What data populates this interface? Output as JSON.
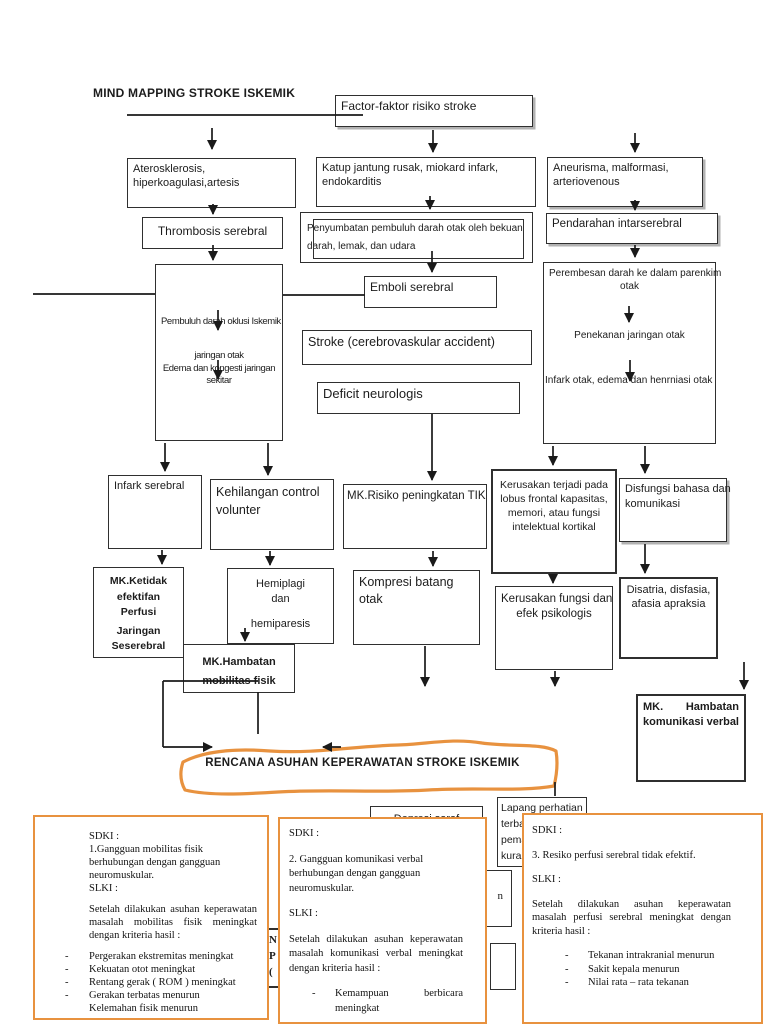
{
  "page": {
    "title": "MIND MAPPING STROKE ISKEMIK"
  },
  "colors": {
    "accent_orange": "#E8923F",
    "line_black": "#1f1f1f"
  },
  "nodes": {
    "risk_factors": "Factor-faktor risiko stroke",
    "aterosklerosis": {
      "lines": [
        "Aterosklerosis,",
        "hiperkoagulasi,artesis"
      ]
    },
    "katup": {
      "lines": [
        "Katup jantung rusak, miokard infark,",
        "endokarditis"
      ]
    },
    "aneurisma": {
      "lines": [
        "Aneurisma, malformasi,",
        "arteriovenous"
      ]
    },
    "thrombosis": "Thrombosis serebral",
    "penyumbatan": {
      "lines": [
        "Penyumbatan pembuluh darah otak oleh bekuan",
        "darah, lemak, dan udara"
      ]
    },
    "pendarahan": "Pendarahan intarserebral",
    "emboli": "Emboli serebral",
    "perembesan": {
      "lines": [
        "Perembesan darah ke dalam parenkim",
        "otak",
        "Penekanan jaringan otak",
        "Infark otak, edema dan henrniasi otak"
      ]
    },
    "oklusi": {
      "lines": [
        "Pembuluh darah oklusi Iskemik",
        "jaringan otak",
        "Edema dan kongesti jaringan",
        "sekitar"
      ]
    },
    "stroke": "Stroke (cerebrovaskular accident)",
    "deficit": "Deficit neurologis",
    "infark_serebral": "Infark serebral",
    "kehilangan": {
      "lines": [
        "Kehilangan control",
        "volunter"
      ]
    },
    "mk_risiko": "MK.Risiko peningkatan TIK",
    "kerusakan_lobus": {
      "lines": [
        "Kerusakan terjadi pada",
        "lobus frontal kapasitas,",
        "memori, atau fungsi",
        "intelektual kortikal"
      ]
    },
    "disfungsi": {
      "lines": [
        "Disfungsi bahasa dan",
        "komunikasi"
      ]
    },
    "mk_perfusi": {
      "lines": [
        "MK.Ketidak",
        "efektifan",
        "Perfusi",
        "Jaringan",
        "Seserebral"
      ]
    },
    "hemiplagi": {
      "lines": [
        "Hemiplagi",
        "dan",
        "hemiparesis"
      ]
    },
    "kompresi": {
      "lines": [
        "Kompresi batang",
        "otak"
      ]
    },
    "kerusakan_psikologis": {
      "lines": [
        "Kerusakan fungsi dan",
        "efek psikologis"
      ]
    },
    "disatria": {
      "lines": [
        "Disatria, disfasia,",
        "afasia apraksia"
      ]
    },
    "mk_mobilitas": {
      "lines": [
        "MK.Hambatan",
        "mobilitas fisik"
      ]
    },
    "mk_verbal": {
      "word1": "MK.",
      "word2": "Hambatan",
      "line2": "komunikasi verbal"
    }
  },
  "fragments": {
    "depresi": "Depresi saraf",
    "lapang": {
      "lines": [
        "Lapang perhatian",
        "terba",
        "pema",
        "kuran"
      ]
    },
    "np": {
      "lines": [
        "N",
        "P",
        "("
      ]
    },
    "n": "n"
  },
  "banner": "RENCANA ASUHAN KEPERAWATAN STROKE ISKEMIK",
  "plans": [
    {
      "sdki_label": "SDKI :",
      "sdki_text": "1.Gangguan mobilitas fisik berhubungan dengan gangguan neuromuskular.",
      "slki_label": "SLKI :",
      "slki_text": "Setelah dilakukan asuhan keperawatan masalah mobilitas fisik meningkat dengan kriteria hasil :",
      "bullets": [
        "Pergerakan ekstremitas meningkat",
        "Kekuatan otot meningkat",
        "Rentang gerak ( ROM ) meningkat",
        "Gerakan terbatas menurun"
      ],
      "tail": "Kelemahan fisik menurun"
    },
    {
      "sdki_label": "SDKI :",
      "sdki_text": "2. Gangguan komunikasi verbal berhubungan dengan gangguan neuromuskular.",
      "slki_label": "SLKI :",
      "slki_text": "Setelah dilakukan asuhan keperawatan masalah komunikasi verbal meningkat dengan kriteria hasil :",
      "bullets": [
        "Kemampuan berbicara meningkat"
      ]
    },
    {
      "sdki_label": "SDKI :",
      "sdki_text": "3. Resiko perfusi serebral tidak efektif.",
      "slki_label": "SLKI :",
      "slki_text": "Setelah dilakukan asuhan keperawatan masalah perfusi serebral meningkat dengan kriteria hasil :",
      "bullets": [
        "Tekanan intrakranial menurun",
        "Sakit kepala menurun",
        "Nilai rata – rata tekanan"
      ]
    }
  ]
}
